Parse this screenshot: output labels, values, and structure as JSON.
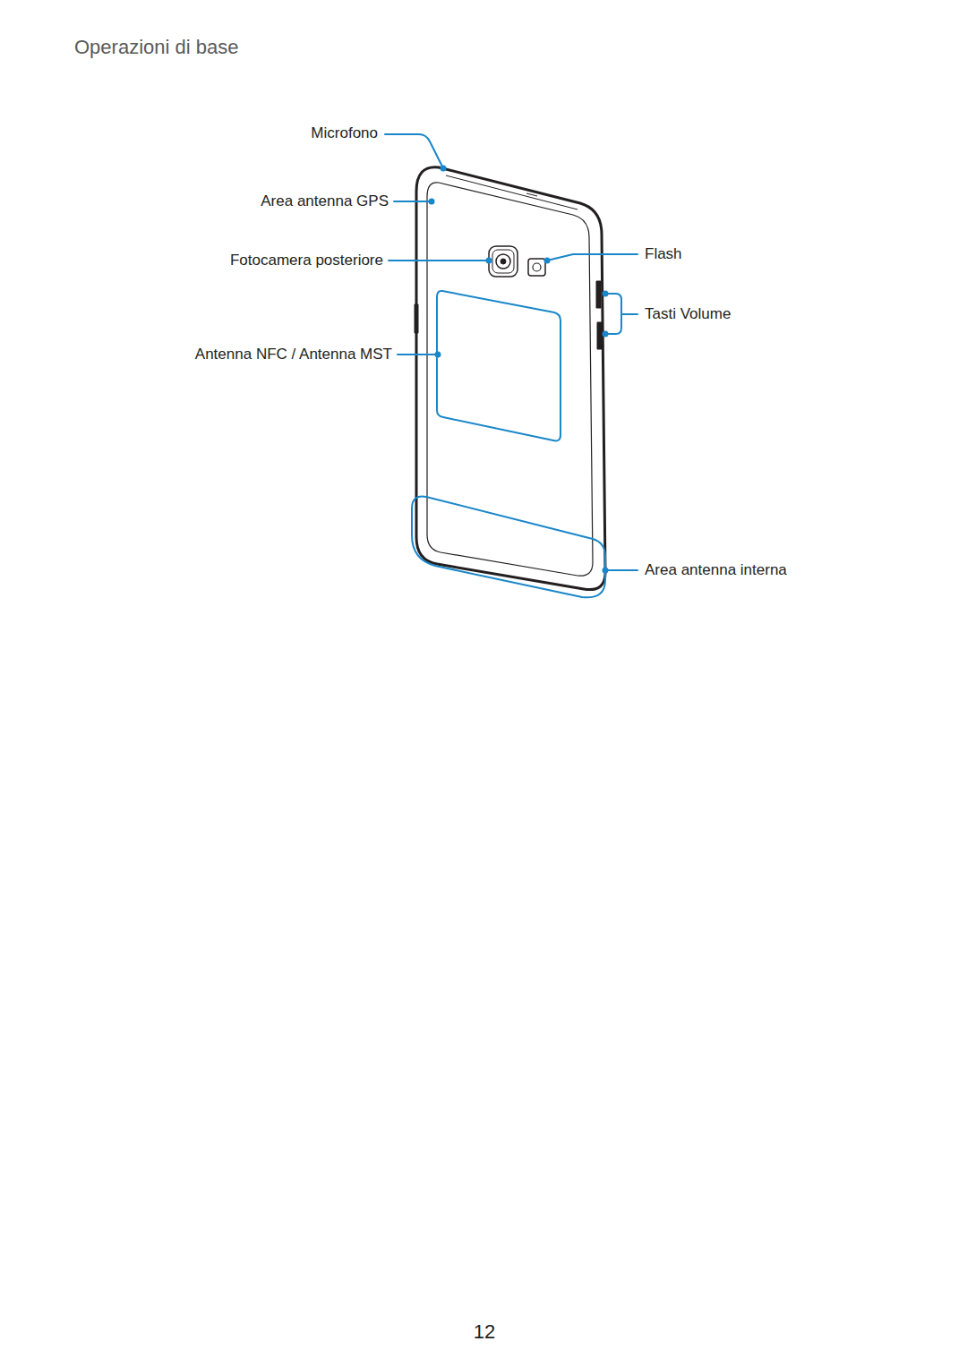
{
  "diagram": {
    "title": "Operazioni di base",
    "labels": [
      "Microfono",
      "Area antenna GPS",
      "Fotocamera posteriore",
      "Antenna NFC / Antenna MST",
      "Flash",
      "Tasti Volume",
      "Area antenna interna",
      "12"
    ]
  }
}
